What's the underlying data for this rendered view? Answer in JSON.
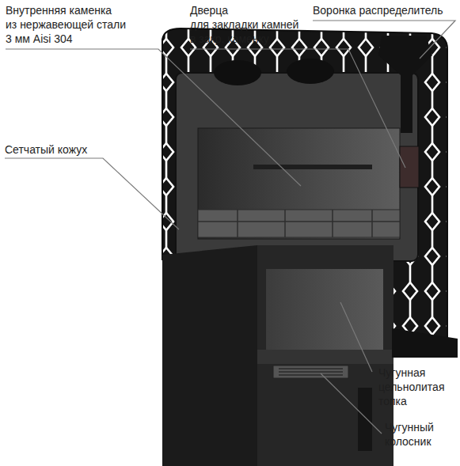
{
  "diagram": {
    "labels": [
      "Внутренняя каменка из нержавеющей стали 3 мм Aisi 304",
      "Дверца для закладки камней в закр. каменку",
      "Воронка распределитель",
      "Сетчатый кожух",
      "Чугунная цельнолитая топка",
      "Чугунный колосник"
    ]
  }
}
